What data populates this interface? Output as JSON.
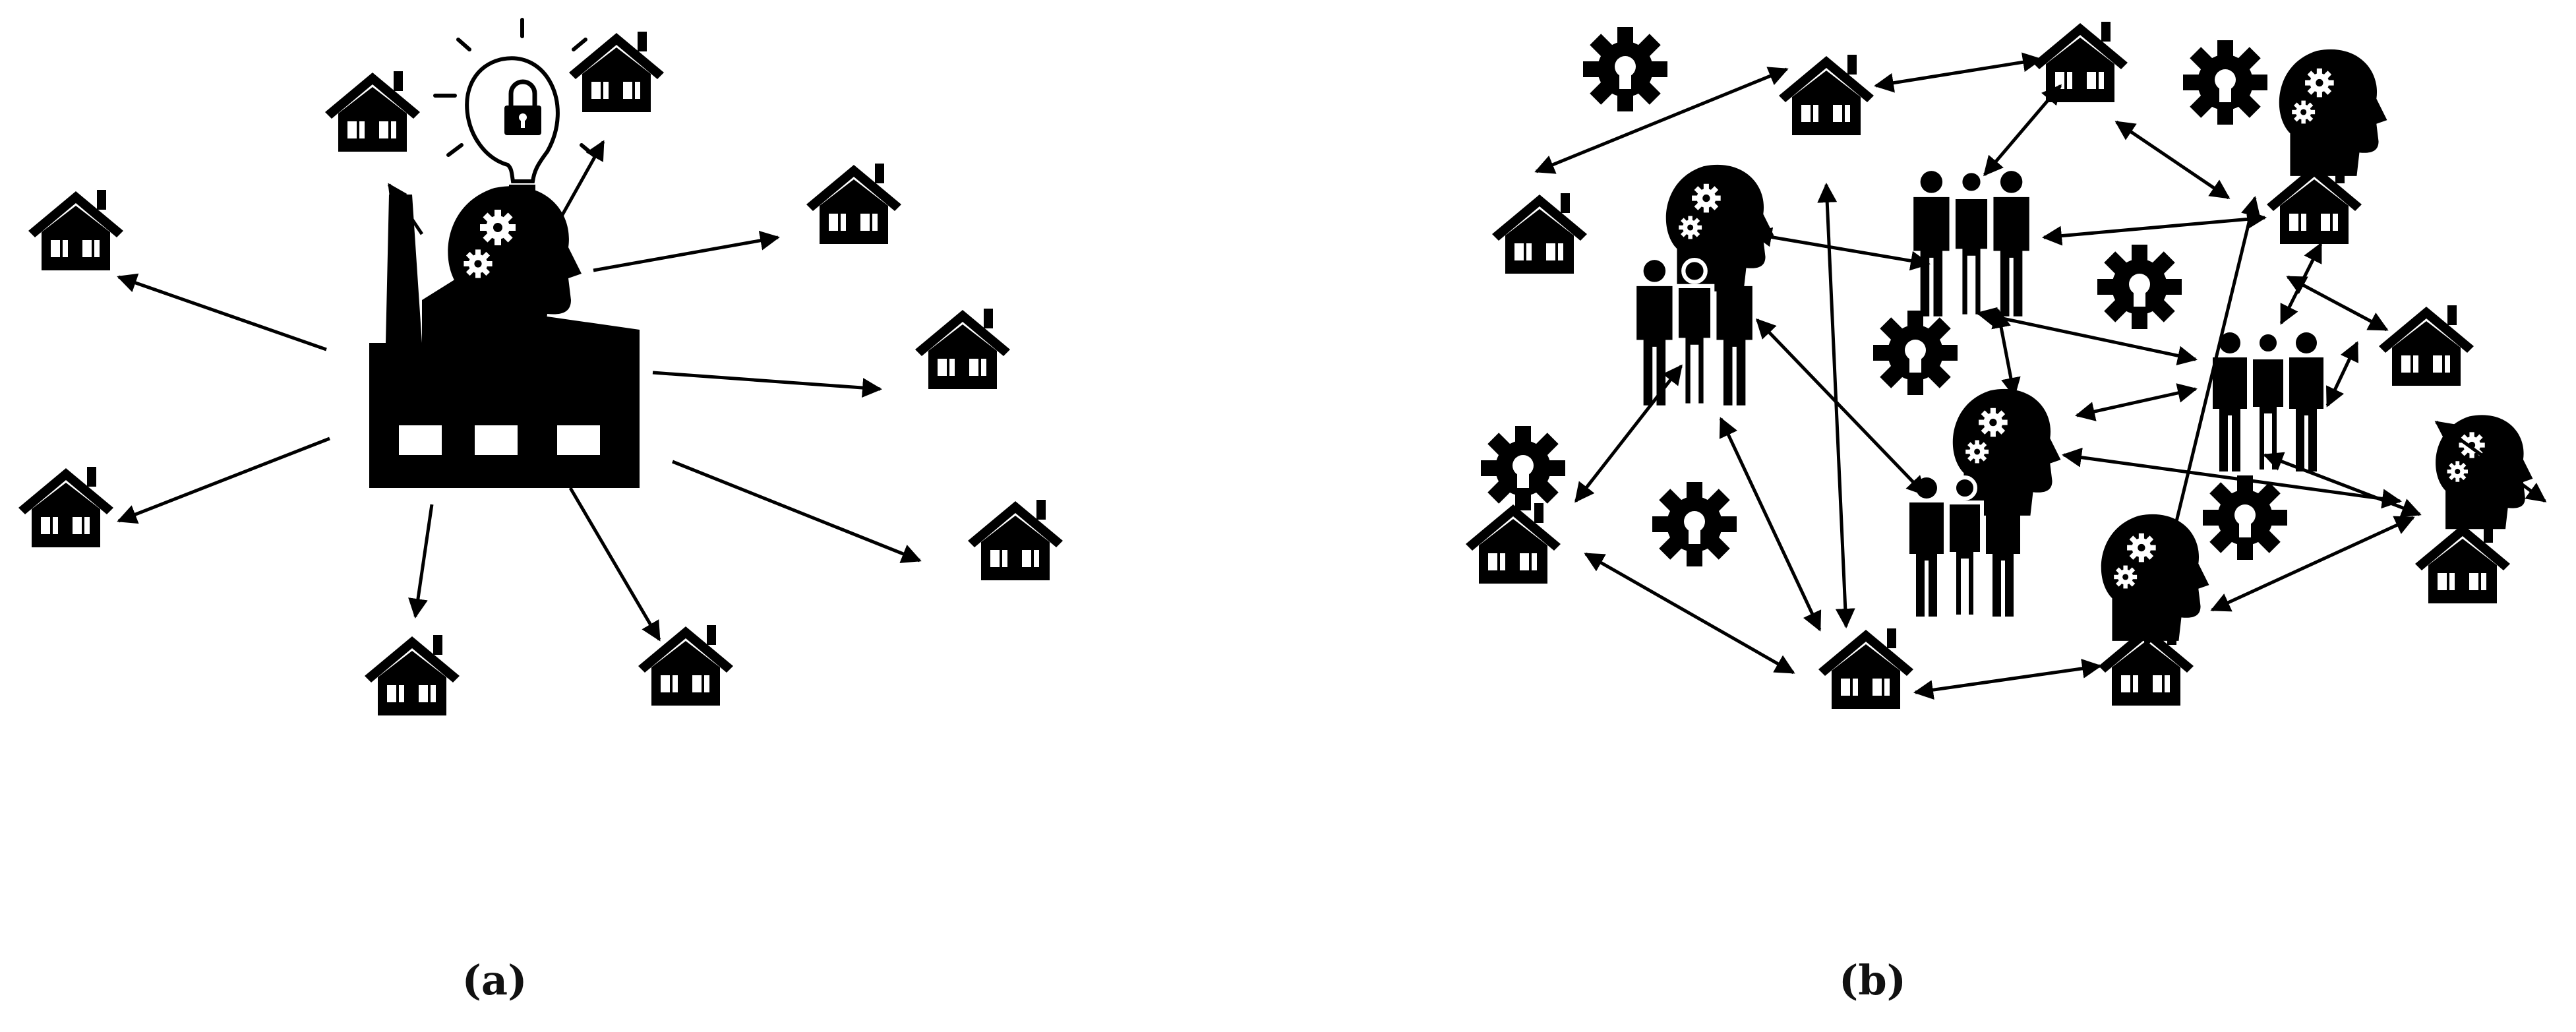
{
  "figure": {
    "panel_a": {
      "label": "(a)"
    },
    "panel_b": {
      "label": "(b)"
    }
  },
  "colors": {
    "ink": "#000000",
    "background": "#ffffff"
  },
  "icons": [
    "house-icon",
    "factory-icon",
    "head-gears-icon",
    "lightbulb-lock-icon",
    "gear-icon",
    "people-group-icon",
    "arrow"
  ]
}
